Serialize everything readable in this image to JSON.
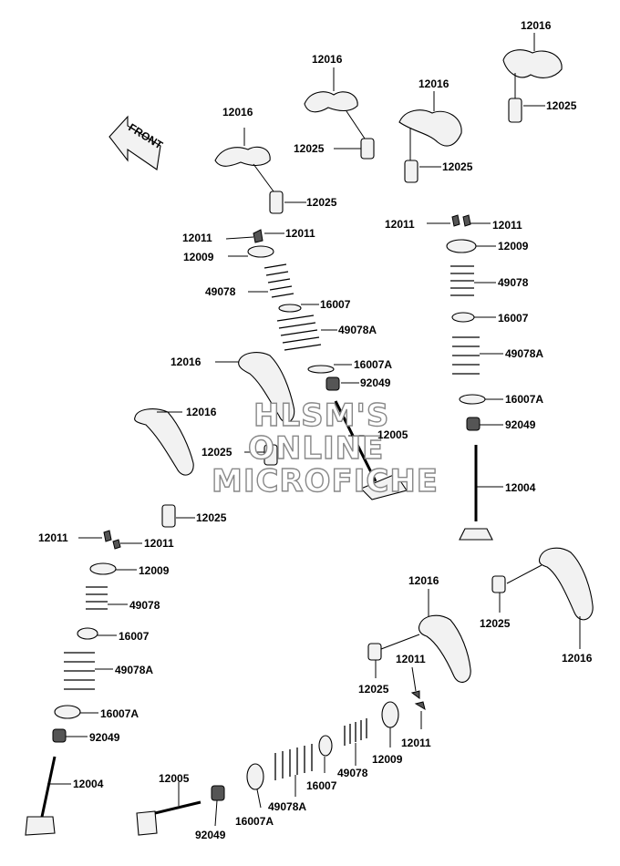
{
  "front_arrow": {
    "label": "FRONT"
  },
  "watermark": [
    "HLSM'S",
    "ONLINE",
    "MICROFICHE"
  ],
  "labels": {
    "a1": "12016",
    "a2": "12016",
    "a3": "12016",
    "a4": "12016",
    "a5": "12025",
    "a6": "12025",
    "a7": "12025",
    "a8": "12025",
    "a9": "12011",
    "a10": "12011",
    "a11": "12009",
    "a12": "49078",
    "a13": "16007",
    "a14": "49078A",
    "a15": "16007A",
    "a16": "92049",
    "a17": "12005",
    "a18": "12016",
    "a19": "12025",
    "b1": "12011",
    "b2": "12011",
    "b3": "12009",
    "b4": "49078",
    "b5": "16007",
    "b6": "49078A",
    "b7": "16007A",
    "b8": "92049",
    "b9": "12004",
    "c1": "12016",
    "c2": "12025",
    "d1": "12011",
    "d2": "12011",
    "d3": "12009",
    "d4": "49078",
    "d5": "16007",
    "d6": "49078A",
    "d7": "16007A",
    "d8": "92049",
    "d9": "12004",
    "e1": "12016",
    "e2": "12025",
    "e3": "12016",
    "e4": "12025",
    "e5": "12011",
    "e6": "12011",
    "e7": "12009",
    "e8": "49078",
    "e9": "16007",
    "e10": "49078A",
    "e11": "16007A",
    "e12": "92049",
    "e13": "12005"
  }
}
